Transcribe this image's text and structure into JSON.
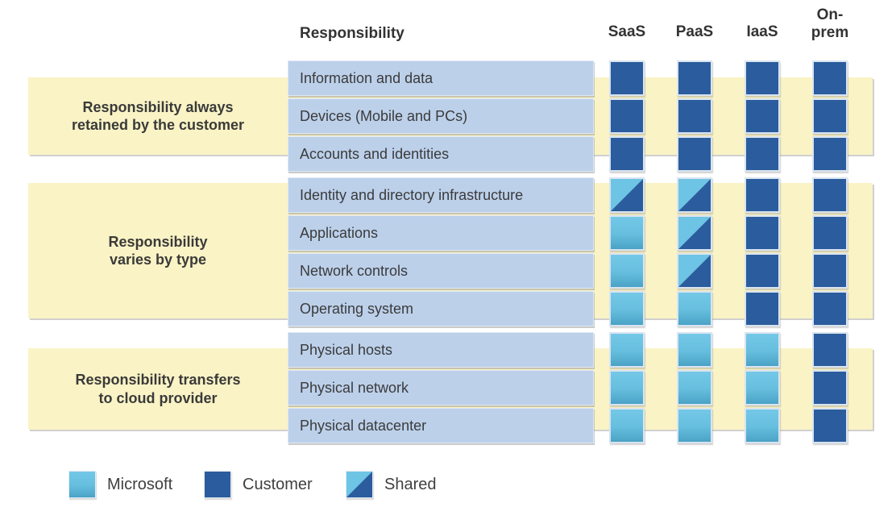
{
  "header": {
    "responsibility_label": "Responsibility",
    "columns": [
      "SaaS",
      "PaaS",
      "IaaS",
      "On-prem"
    ]
  },
  "groups": [
    {
      "label": "Responsibility always retained by the customer",
      "label_lines": [
        "Responsibility always",
        "retained by the customer"
      ]
    },
    {
      "label": "Responsibility varies by type",
      "label_lines": [
        "Responsibility",
        "varies by type"
      ]
    },
    {
      "label": "Responsibility transfers to cloud provider",
      "label_lines": [
        "Responsibility transfers",
        "to cloud provider"
      ]
    }
  ],
  "rows": [
    {
      "label": "Information and data",
      "cells": [
        "customer",
        "customer",
        "customer",
        "customer"
      ]
    },
    {
      "label": "Devices (Mobile and PCs)",
      "cells": [
        "customer",
        "customer",
        "customer",
        "customer"
      ]
    },
    {
      "label": "Accounts and identities",
      "cells": [
        "customer",
        "customer",
        "customer",
        "customer"
      ]
    },
    {
      "label": "Identity and directory infrastructure",
      "cells": [
        "shared",
        "shared",
        "customer",
        "customer"
      ]
    },
    {
      "label": "Applications",
      "cells": [
        "microsoft",
        "shared",
        "customer",
        "customer"
      ]
    },
    {
      "label": "Network controls",
      "cells": [
        "microsoft",
        "shared",
        "customer",
        "customer"
      ]
    },
    {
      "label": "Operating system",
      "cells": [
        "microsoft",
        "microsoft",
        "customer",
        "customer"
      ]
    },
    {
      "label": "Physical hosts",
      "cells": [
        "microsoft",
        "microsoft",
        "microsoft",
        "customer"
      ]
    },
    {
      "label": "Physical network",
      "cells": [
        "microsoft",
        "microsoft",
        "microsoft",
        "customer"
      ]
    },
    {
      "label": "Physical datacenter",
      "cells": [
        "microsoft",
        "microsoft",
        "microsoft",
        "customer"
      ]
    }
  ],
  "legend": [
    {
      "label": "Microsoft",
      "type": "microsoft"
    },
    {
      "label": "Customer",
      "type": "customer"
    },
    {
      "label": "Shared",
      "type": "shared"
    }
  ],
  "colors": {
    "customer": "#2b5c9d",
    "microsoft_top": "#74c8e7",
    "microsoft_bottom": "#4aa2c6",
    "band": "#faf3c5",
    "row_box": "#bcd0ea"
  }
}
